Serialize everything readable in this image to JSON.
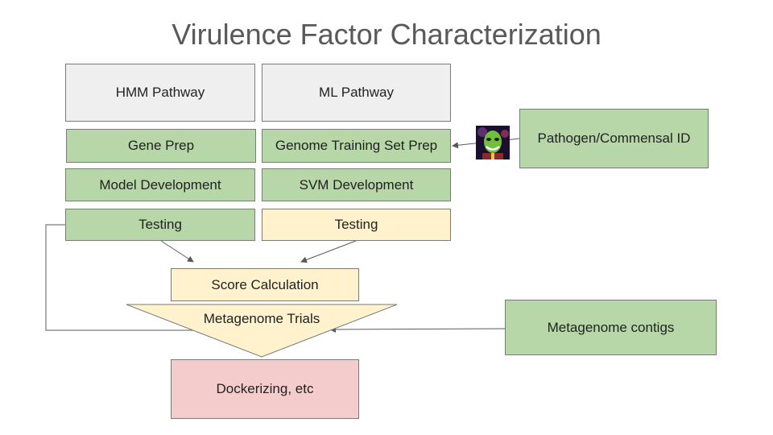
{
  "title": "Virulence Factor Characterization",
  "columns": {
    "hmm": {
      "header": "HMM Pathway",
      "gene_prep": "Gene Prep",
      "model_dev": "Model Development",
      "testing": "Testing"
    },
    "ml": {
      "header": "ML Pathway",
      "genome_training": "Genome Training Set Prep",
      "svm_dev": "SVM Development",
      "testing": "Testing"
    }
  },
  "score_calculation": "Score Calculation",
  "metagenome_trials": "Metagenome Trials",
  "dockerizing": "Dockerizing, etc",
  "inputs": {
    "pathogen_id": "Pathogen/Commensal ID",
    "metagenome_contigs": "Metagenome contigs"
  },
  "colors": {
    "header_gray": "#efefef",
    "step_green": "#b7d7a8",
    "step_yellow": "#fff2cc",
    "output_pink": "#f4cccc",
    "title_gray": "#595959"
  }
}
